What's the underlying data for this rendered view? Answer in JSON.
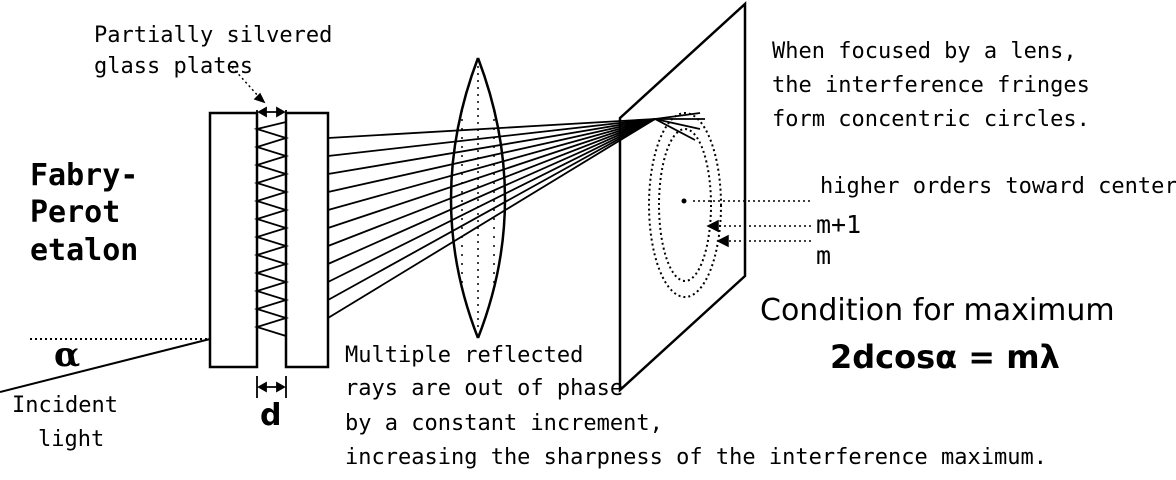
{
  "labels": {
    "plates_line1": "Partially silvered",
    "plates_line2": "glass plates",
    "etalon_line1": "Fabry-",
    "etalon_line2": "Perot",
    "etalon_line3": "etalon",
    "alpha": "α",
    "incident_line1": "Incident",
    "incident_line2": "light",
    "gap": "d",
    "focused_line1": "When focused by a lens,",
    "focused_line2": "the interference fringes",
    "focused_line3": "form concentric circles.",
    "higher_orders": "higher orders toward center",
    "order_m1": "m+1",
    "order_m": "m",
    "condition_title": "Condition for maximum",
    "condition_equation": "2dcosα = mλ",
    "multiple_line1": "Multiple reflected",
    "multiple_line2": "rays are out of phase",
    "multiple_line3": "by a constant increment,",
    "multiple_line4": "increasing the sharpness of the interference maximum."
  }
}
